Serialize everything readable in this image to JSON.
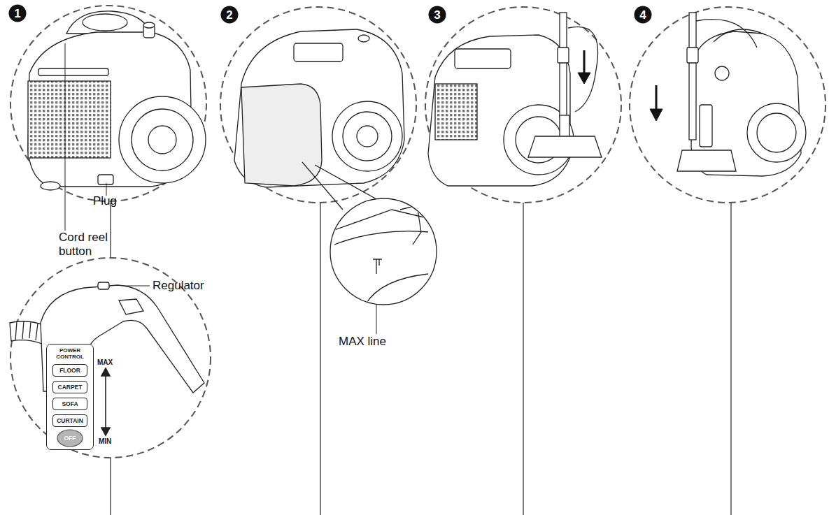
{
  "diagram": {
    "nodes": [
      {
        "text": [
          "1"
        ]
      },
      {
        "text": [
          "2"
        ]
      },
      {
        "text": [
          "3"
        ]
      },
      {
        "text": [
          "4"
        ]
      },
      {
        "text": [
          "POWER CONTROL"
        ]
      },
      {
        "text": [
          "FLOOR"
        ],
        "in": 4
      },
      {
        "text": [
          "CARPET"
        ],
        "in": 4
      },
      {
        "text": [
          "SOFA"
        ],
        "in": 4
      },
      {
        "text": [
          "CURTAIN"
        ],
        "in": 4
      },
      {
        "text": [
          "OFF"
        ],
        "in": 4
      }
    ],
    "labels": [
      "Plug",
      "Cord reel button",
      "Regulator",
      "MAX line",
      "MAX",
      "MIN"
    ]
  }
}
